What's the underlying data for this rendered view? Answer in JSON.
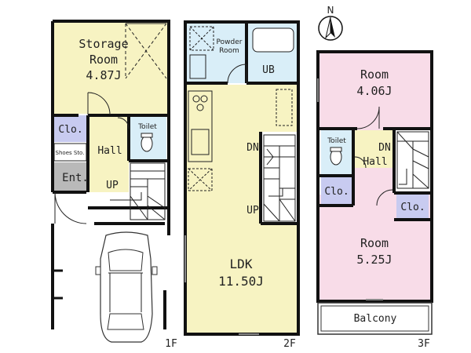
{
  "floor1": {
    "storage_label": "Storage",
    "storage_room": "Room",
    "storage_size": "4.87J",
    "closet": "Clo.",
    "toilet": "Toilet",
    "hall": "Hall",
    "shoes": "Shoes Sto.",
    "entrance": "Ent.",
    "up": "UP",
    "floor_label": "1F"
  },
  "floor2": {
    "powder1": "Powder",
    "powder2": "Room",
    "ub": "UB",
    "dn": "DN",
    "up": "UP",
    "ldk": "LDK",
    "ldk_size": "11.50J",
    "floor_label": "2F"
  },
  "floor3": {
    "room_top": "Room",
    "room_top_size": "4.06J",
    "toilet": "Toilet",
    "dn": "DN",
    "hall": "Hall",
    "closet_left": "Clo.",
    "closet_right": "Clo.",
    "room_bottom": "Room",
    "room_bottom_size": "5.25J",
    "balcony": "Balcony",
    "floor_label": "3F"
  },
  "compass": {
    "north": "N"
  },
  "colors": {
    "yellow": "#f7f3c2",
    "pink": "#f8dce8",
    "closet": "#c8cbf0",
    "blue": "#d9eef8",
    "gray": "#b9b9b9"
  }
}
